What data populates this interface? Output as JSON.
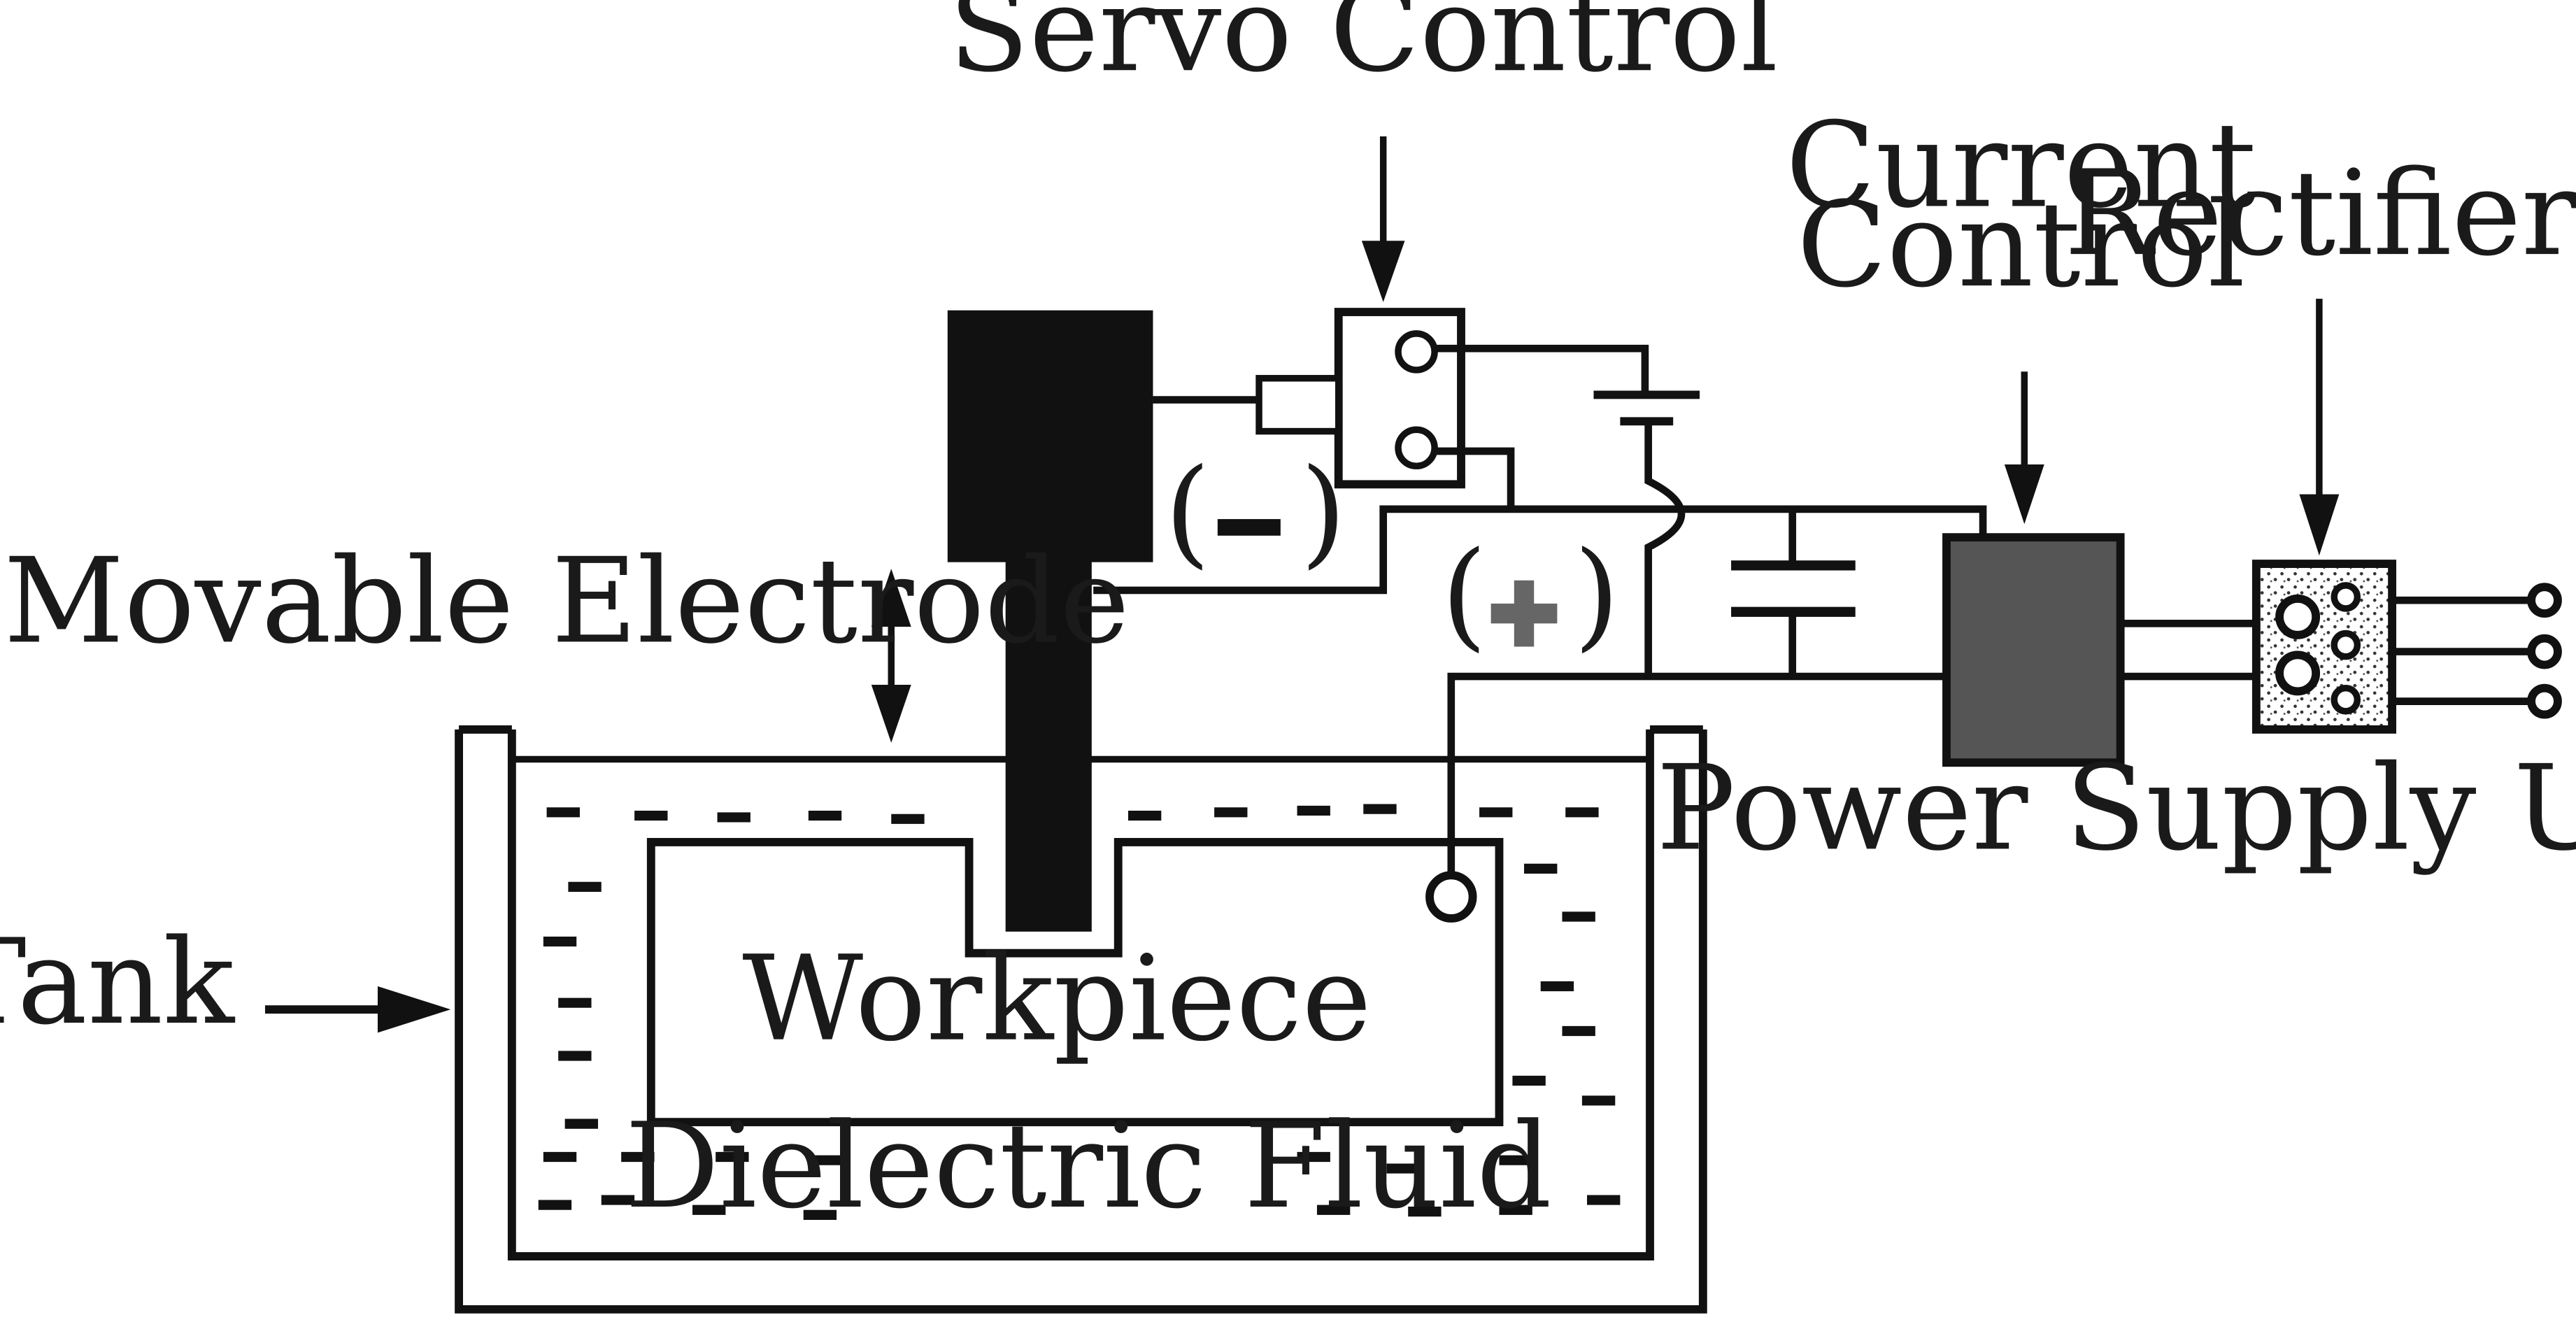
{
  "labels": {
    "servo_control": "Servo Control",
    "current_control_line1": "Current",
    "current_control_line2": "Control",
    "rectifier": "Rectifier",
    "movable_electrode": "Movable Electrode",
    "power_supply_unit": "Power Supply Unit",
    "tank": "Tank",
    "workpiece": "Workpiece",
    "dielectric_fluid": "Dielectric Fluid"
  },
  "polarity": {
    "negative_open": "(",
    "negative_close": ")",
    "positive_open": "(",
    "positive_close": ")"
  },
  "colors": {
    "line": "#111111",
    "power_box": "#555555",
    "positive_sign": "#666666"
  }
}
